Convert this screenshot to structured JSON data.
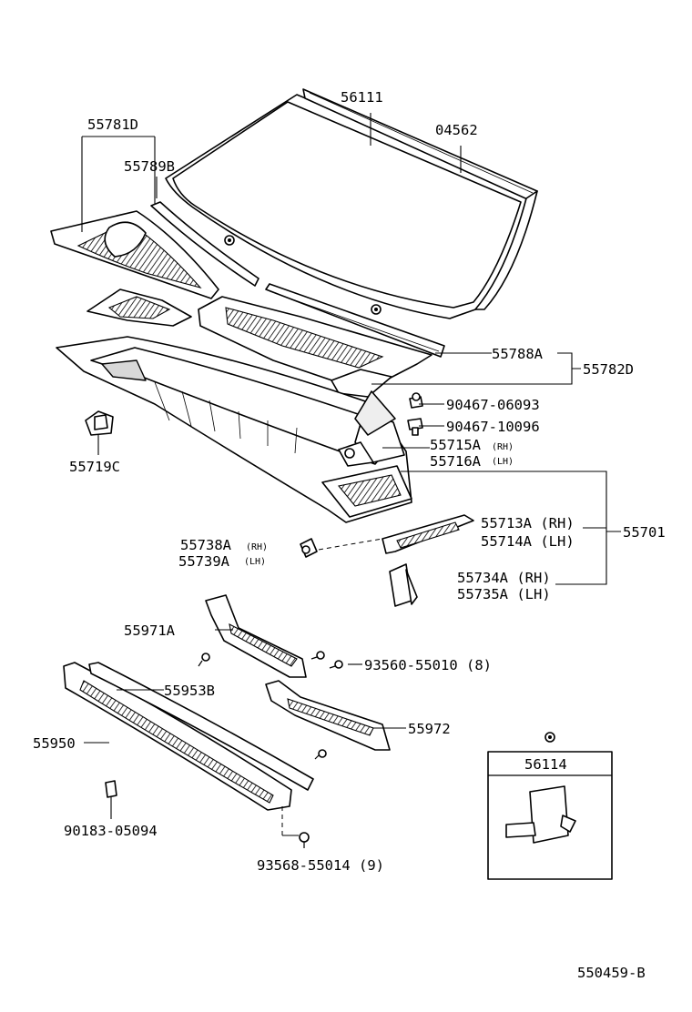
{
  "labels": {
    "p56111": "56111",
    "p04562": "04562",
    "p55781D": "55781D",
    "p55789B": "55789B",
    "p55788A": "55788A",
    "p55782D": "55782D",
    "p90467_06093": "90467-06093",
    "p90467_10096": "90467-10096",
    "p55715A": "55715A",
    "p55715A_side": "(RH)",
    "p55716A": "55716A",
    "p55716A_side": "(LH)",
    "p55719C": "55719C",
    "p55738A": "55738A",
    "p55738A_side": "(RH)",
    "p55739A": "55739A",
    "p55739A_side": "(LH)",
    "p55713A": "55713A (RH)",
    "p55714A": "55714A (LH)",
    "p55701": "55701",
    "p55734A": "55734A (RH)",
    "p55735A": "55735A (LH)",
    "p55971A": "55971A",
    "p93560": "93560-55010 (8)",
    "p55953B": "55953B",
    "p55950": "55950",
    "p55972": "55972",
    "p56114": "56114",
    "p90183": "90183-05094",
    "p93568": "93568-55014 (9)",
    "figure_code": "550459-B"
  }
}
